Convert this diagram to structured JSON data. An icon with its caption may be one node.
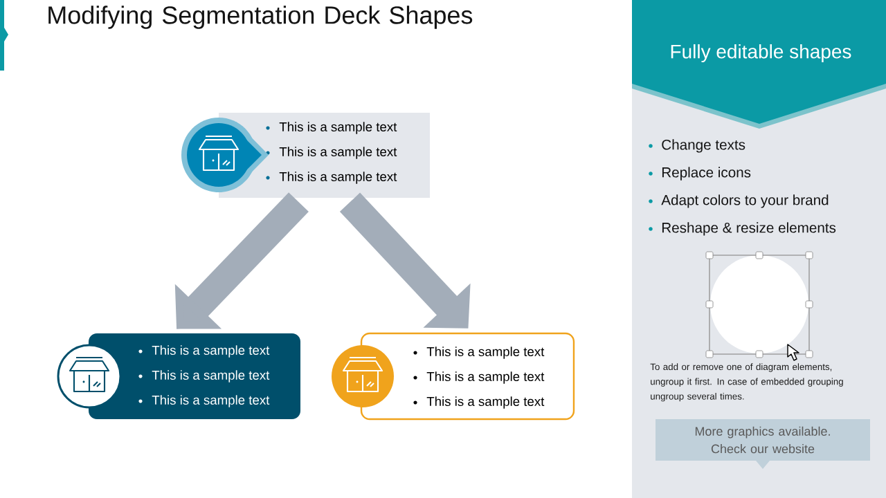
{
  "diagram": {
    "title": "Modifying Segmentation Deck Shapes",
    "nodes": [
      {
        "text": [
          "This is a sample text",
          "This is a sample text",
          "This is a sample text"
        ]
      },
      {
        "text": [
          "This is a sample text",
          "This is a sample text",
          "This is a sample text"
        ]
      },
      {
        "text": [
          "This is a sample text",
          "This is a sample text",
          "This is a sample text"
        ]
      },
      {
        "text": [
          "Fully editable shapes"
        ]
      },
      {
        "text": [
          "More graphics available. Check our website"
        ]
      }
    ],
    "edges": [
      {
        "from": 0,
        "to": 1,
        "arrow": "to"
      },
      {
        "from": 0,
        "to": 2,
        "arrow": "to"
      }
    ],
    "labels": [
      "Change texts",
      "Replace icons",
      "Adapt colors to your brand",
      "Reshape & resize elements",
      "To add or remove one of diagram elements, ungroup it first. In case of embedded grouping ungroup several times."
    ]
  }
}
